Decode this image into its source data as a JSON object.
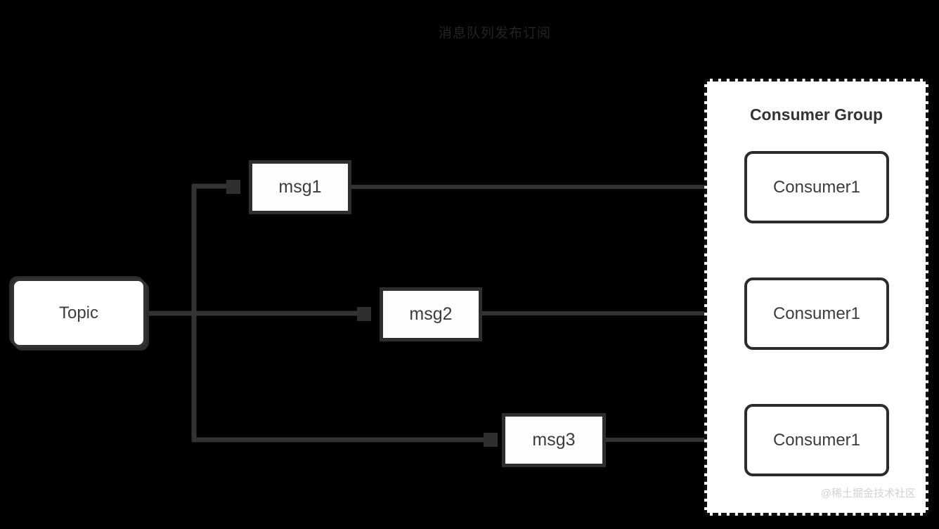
{
  "diagram": {
    "title_faint": "消息队列发布订阅",
    "background_color": "#000000",
    "watermark": "@稀土掘金技术社区"
  },
  "nodes": {
    "topic": {
      "label": "Topic"
    },
    "messages": [
      {
        "label": "msg1"
      },
      {
        "label": "msg2"
      },
      {
        "label": "msg3"
      }
    ],
    "group": {
      "title": "Consumer Group",
      "consumers": [
        {
          "label": "Consumer1"
        },
        {
          "label": "Consumer1"
        },
        {
          "label": "Consumer1"
        }
      ]
    }
  },
  "colors": {
    "box_fill": "#ffffff",
    "box_border": "#2e2e2e",
    "line": "#333333",
    "group_border": "#101010",
    "text": "#3c3c3c",
    "watermark": "#d2d2d2"
  },
  "edges": [
    {
      "from": "topic",
      "to": "msg1"
    },
    {
      "from": "topic",
      "to": "msg2"
    },
    {
      "from": "topic",
      "to": "msg3"
    },
    {
      "from": "msg1",
      "to": "consumer-1"
    },
    {
      "from": "msg2",
      "to": "consumer-2"
    },
    {
      "from": "msg3",
      "to": "consumer-3"
    }
  ]
}
